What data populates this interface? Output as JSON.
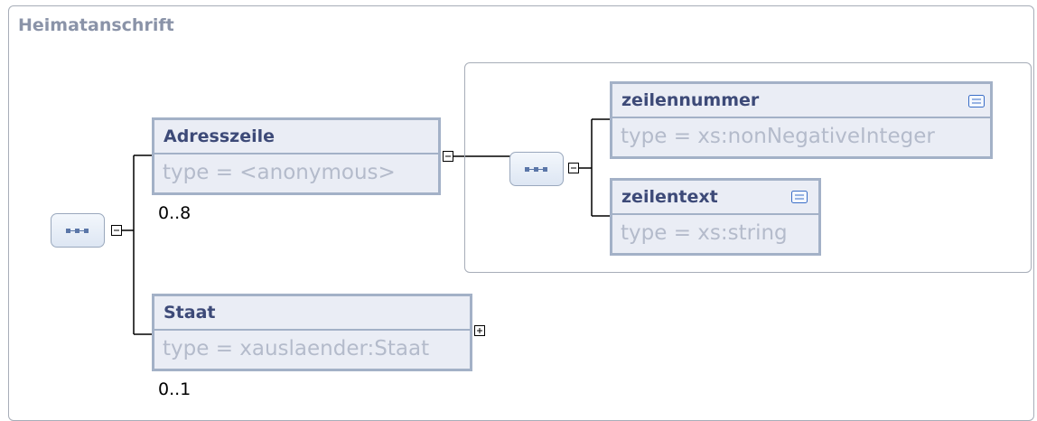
{
  "title": "Heimatanschrift",
  "elements": {
    "adresszeile": {
      "name": "Adresszeile",
      "type": "type = <anonymous>",
      "occurrence": "0..8"
    },
    "staat": {
      "name": "Staat",
      "type": "type = xauslaender:Staat",
      "occurrence": "0..1"
    },
    "zeilennummer": {
      "name": "zeilennummer",
      "type": "type = xs:nonNegativeInteger"
    },
    "zeilentext": {
      "name": "zeilentext",
      "type": "type = xs:string"
    }
  },
  "icons": {
    "sequence": "sequence-compositor-icon",
    "collapse": "minus-toggle-icon",
    "expand": "plus-toggle-icon",
    "documentation": "documentation-icon"
  },
  "colors": {
    "node_border": "#a3b1c7",
    "node_fill": "#eaedf5",
    "name_text": "#3d4a78",
    "type_text": "#b4bbcb",
    "title_text": "#8a93a8"
  }
}
